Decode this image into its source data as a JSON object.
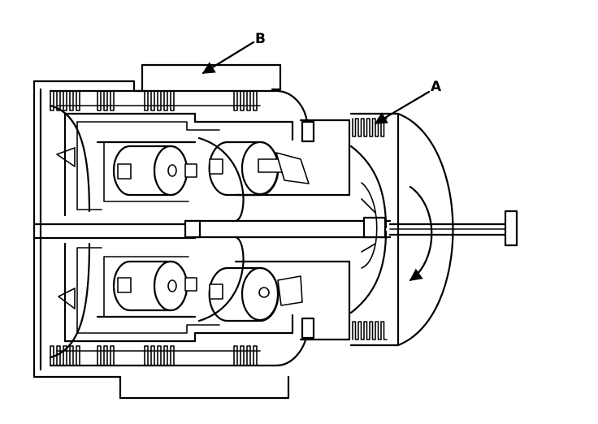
{
  "diagram": {
    "labels": [
      {
        "id": "B",
        "text": "B"
      },
      {
        "id": "A",
        "text": "A"
      }
    ],
    "colors": {
      "line": "#000000",
      "background": "#ffffff"
    }
  }
}
